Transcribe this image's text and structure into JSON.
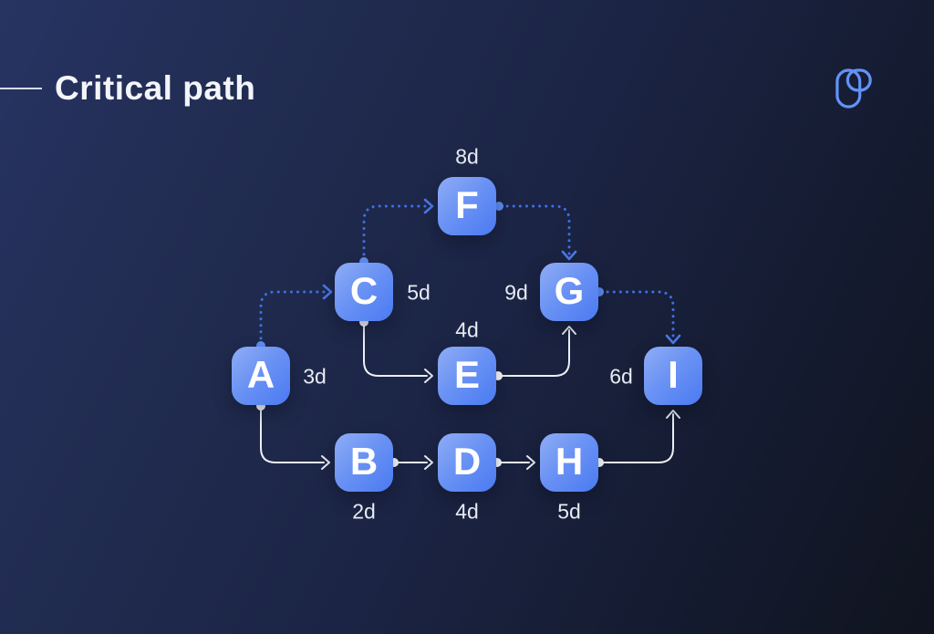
{
  "header": {
    "title": "Critical path",
    "logo": {
      "name": "p-logo",
      "color": "#6292f7"
    }
  },
  "diagram": {
    "nodes": [
      {
        "id": "A",
        "letter": "A",
        "duration": "3d"
      },
      {
        "id": "B",
        "letter": "B",
        "duration": "2d"
      },
      {
        "id": "C",
        "letter": "C",
        "duration": "5d"
      },
      {
        "id": "D",
        "letter": "D",
        "duration": "4d"
      },
      {
        "id": "E",
        "letter": "E",
        "duration": "4d"
      },
      {
        "id": "F",
        "letter": "F",
        "duration": "8d"
      },
      {
        "id": "G",
        "letter": "G",
        "duration": "9d"
      },
      {
        "id": "H",
        "letter": "H",
        "duration": "5d"
      },
      {
        "id": "I",
        "letter": "I",
        "duration": "6d"
      }
    ],
    "edges": [
      {
        "from": "A",
        "to": "C",
        "style": "dashed"
      },
      {
        "from": "C",
        "to": "F",
        "style": "dashed"
      },
      {
        "from": "F",
        "to": "G",
        "style": "dashed"
      },
      {
        "from": "G",
        "to": "I",
        "style": "dashed"
      },
      {
        "from": "C",
        "to": "E",
        "style": "solid"
      },
      {
        "from": "E",
        "to": "G",
        "style": "solid"
      },
      {
        "from": "A",
        "to": "B",
        "style": "solid"
      },
      {
        "from": "B",
        "to": "D",
        "style": "solid"
      },
      {
        "from": "D",
        "to": "H",
        "style": "solid"
      },
      {
        "from": "H",
        "to": "I",
        "style": "solid"
      }
    ],
    "colors": {
      "node_gradient_start": "#8fadf5",
      "node_gradient_end": "#4a7af2",
      "dashed_edge": "#3e6fe3",
      "dashed_dot": "#5e8ef6",
      "solid_edge": "#eceff5",
      "label_text": "#e7ebf3",
      "background_start": "#273362",
      "background_end": "#10141f"
    }
  }
}
